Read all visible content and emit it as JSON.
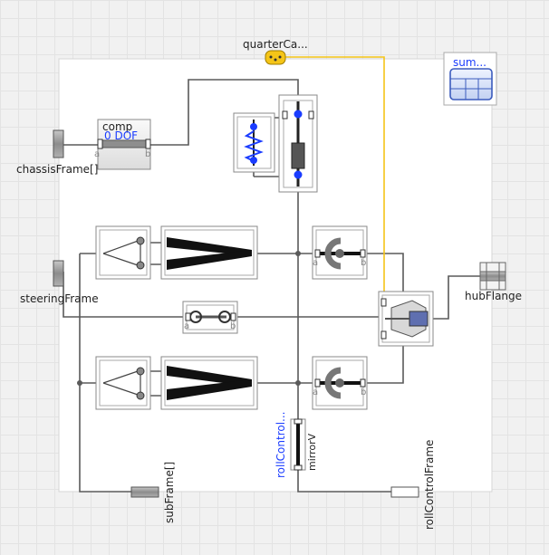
{
  "labels": {
    "quarter_car": "quarterCa...",
    "summary": "sum...",
    "comp_name": "comp",
    "comp_dof": "0 DOF",
    "chassis_frame": "chassisFrame[]",
    "steering_frame": "steeringFrame",
    "hub_flange": "hubFlange",
    "sub_frame": "subFrame[]",
    "roll_control_frame": "rollControlFrame",
    "roll_control": "rollControl...",
    "mirror": "mirrorV",
    "port_a": "a",
    "port_b": "b"
  },
  "colors": {
    "canvas_bg": "#f1f1f1",
    "frame_bg": "#ffffff",
    "wire": "#5a5a5a",
    "signal_wire": "#f5c518",
    "accent_blue": "#1a3cff",
    "summary_blue": "#3b5bbd"
  }
}
